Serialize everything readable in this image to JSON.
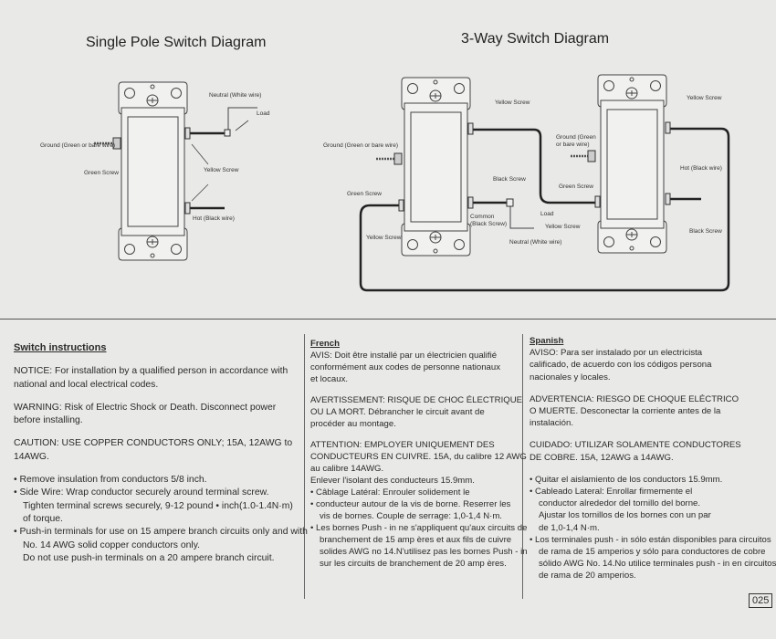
{
  "diagrams": {
    "single": {
      "title": "Single Pole Switch Diagram",
      "labels": {
        "neutral": "Neutral (White wire)",
        "load": "Load",
        "ground": "Ground (Green or bare wire)",
        "green_screw": "Green Screw",
        "yellow_screw": "Yellow Screw",
        "hot": "Hot (Black wire)"
      }
    },
    "three_way": {
      "title": "3-Way Switch Diagram",
      "labels": {
        "yellow_screw_1": "Yellow Screw",
        "ground_left": "Ground (Green or bare wire)",
        "green_screw_left": "Green Screw",
        "black_screw_left": "Black Screw",
        "common_1": "Common",
        "common_2": "(Black Screw)",
        "load": "Load",
        "yellow_screw_left_bottom": "Yellow Screw",
        "neutral": "Neutral (White wire)",
        "yellow_screw_right_top": "Yellow Screw",
        "ground_right_1": "Ground (Green",
        "ground_right_2": "or bare wire)",
        "green_screw_right": "Green Screw",
        "hot": "Hot (Black wire)",
        "yellow_screw_right_bottom": "Yellow Screw",
        "black_screw_right": "Black Screw"
      }
    }
  },
  "instructions": {
    "english": {
      "heading": "Switch instructions",
      "blocks": [
        [
          "NOTICE: For installation by a qualified person in accordance with",
          "national and local electrical codes."
        ],
        [
          "WARNING: Risk of Electric Shock or Death. Disconnect power",
          "before installing."
        ],
        [
          "CAUTION: USE COPPER CONDUCTORS ONLY; 15A, 12AWG to",
          "14AWG."
        ],
        [
          "• Remove insulation from conductors 5/8 inch.",
          "• Side Wire: Wrap conductor securely around terminal screw.",
          "  Tighten terminal screws securely, 9-12 pound • inch(1.0-1.4N·m)",
          "  of torque.",
          "• Push-in terminals for use on 15 ampere branch circuits only and with",
          "  No. 14 AWG solid copper conductors only.",
          "  Do not use push-in terminals on a 20 ampere branch circuit."
        ]
      ]
    },
    "french": {
      "heading": "French",
      "blocks": [
        [
          "AVIS: Doit être installé par un électricien qualifié",
          "conformément aux codes de personne nationaux",
          "et locaux."
        ],
        [
          "AVERTISSEMENT: RISQUE DE CHOC ÉLECTRIQUE",
          "OU LA MORT. Débrancher le circuit avant de",
          "procéder au montage."
        ],
        [
          "ATTENTION: EMPLOYER UNIQUEMENT DES",
          "CONDUCTEURS EN CUIVRE. 15A, du calibre 12 AWG",
          "au calibre 14AWG.",
          "Enlever l'isolant des conducteurs 15.9mm.",
          "• Câblage Latéral: Enrouler solidement le",
          "• conducteur autour de la vis de borne. Reserrer les",
          "  vis de bornes. Couple de serrage: 1,0-1,4 N·m.",
          "• Les bornes Push - in ne s'appliquent qu'aux circuits de",
          "  branchement de 15 amp ères et aux fils de cuivre",
          "  solides AWG no 14.N'utilisez pas les bornes Push - in",
          "  sur les circuits de branchement de 20 amp ères."
        ]
      ]
    },
    "spanish": {
      "heading": "Spanish",
      "blocks": [
        [
          "AVISO: Para ser instalado por un electricista",
          "calificado, de acuerdo con los códigos persona",
          "nacionales y locales."
        ],
        [
          "ADVERTENCIA: RIESGO DE CHOQUE ELÉCTRICO",
          "O MUERTE. Desconectar la corriente antes de la",
          "instalación."
        ],
        [
          "CUIDADO: UTILIZAR SOLAMENTE CONDUCTORES",
          "DE COBRE. 15A, 12AWG a 14AWG."
        ],
        [
          "• Quitar el aislamiento de los conductors 15.9mm.",
          "• Cableado Lateral: Enrollar firmemente el",
          "  conductor alrededor del tornillo del borne.",
          "  Ajustar los tornillos de los bornes con un par",
          "  de 1,0-1,4 N·m.",
          "• Los terminales push - in sólo están disponibles para circuitos",
          "  de rama de 15 amperios y sólo para conductores de cobre",
          "  sólido AWG No. 14.No utilice terminales push - in en circuitos",
          "  de rama de 20 amperios."
        ]
      ]
    }
  },
  "page_number": "025"
}
